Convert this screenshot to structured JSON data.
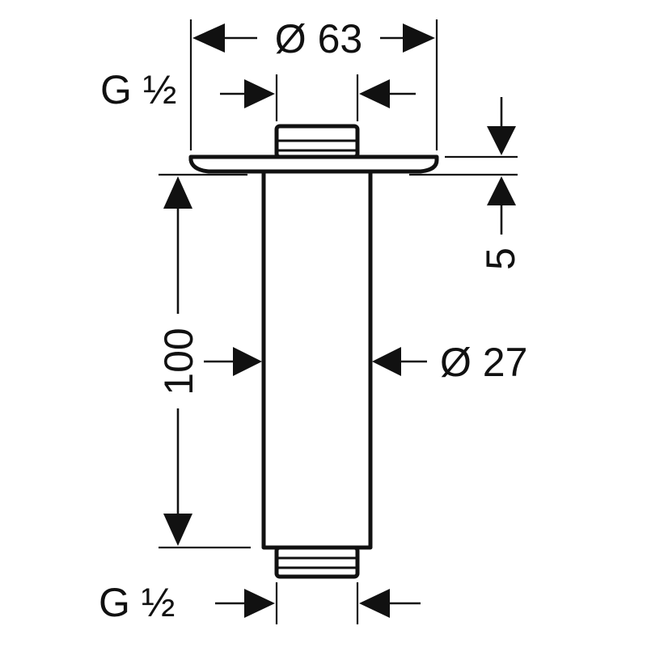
{
  "labels": {
    "outer_diameter": "Ø 63",
    "top_thread": "G ½",
    "plate_thickness": "5",
    "length": "100",
    "tube_diameter": "Ø 27",
    "bottom_thread": "G ½"
  },
  "colors": {
    "ink": "#111111",
    "background": "#ffffff"
  }
}
